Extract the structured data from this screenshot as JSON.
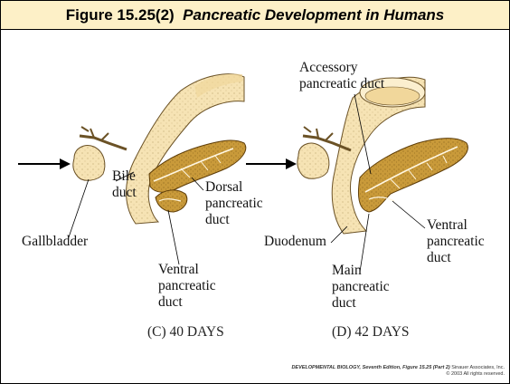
{
  "title": {
    "number": "Figure 15.25(2)",
    "text": "Pancreatic Development in Humans"
  },
  "panel_c": {
    "caption": "(C)  40 DAYS",
    "labels": {
      "bile_duct": [
        "Bile",
        "duct"
      ],
      "gallbladder": "Gallbladder",
      "dorsal": [
        "Dorsal",
        "pancreatic",
        "duct"
      ],
      "ventral": [
        "Ventral",
        "pancreatic",
        "duct"
      ]
    }
  },
  "panel_d": {
    "caption": "(D)  42 DAYS",
    "labels": {
      "accessory": [
        "Accessory",
        "pancreatic duct"
      ],
      "duodenum": "Duodenum",
      "ventral": [
        "Ventral",
        "pancreatic",
        "duct"
      ],
      "main": [
        "Main",
        "pancreatic",
        "duct"
      ]
    }
  },
  "credit": {
    "book": "DEVELOPMENTAL BIOLOGY, Seventh Edition, Figure 15.25 (Part 2)",
    "publisher": "Sinauer Associates, Inc.",
    "copyright": "© 2003 All rights reserved."
  },
  "colors": {
    "title_bg": "#fdf0c7",
    "gut": "#f6e3b4",
    "pancreas": "#c99a3a",
    "duct": "#fff6e0"
  }
}
